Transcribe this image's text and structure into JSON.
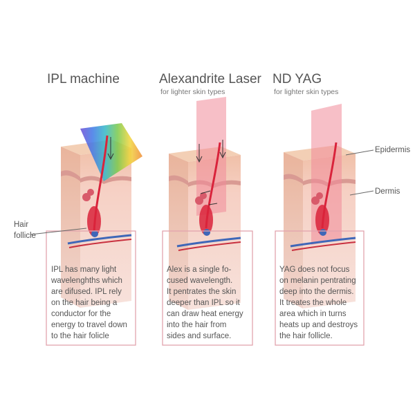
{
  "panels": [
    {
      "title": "IPL machine",
      "subtitle": "",
      "description": [
        "IPL has many light",
        "wavelenghths which",
        "are difused.  IPL rely",
        "on the hair being a",
        "conductor for the",
        "energy to travel down",
        "to the hair folicle"
      ]
    },
    {
      "title": "Alexandrite Laser",
      "subtitle": "for lighter skin types",
      "description": [
        "Alex is a single fo-",
        "cused wavelength.",
        "It pentrates the skin",
        "deeper than IPL so it",
        "can draw heat energy",
        "into the hair from",
        "sides and surface."
      ]
    },
    {
      "title": "ND YAG",
      "subtitle": "for lighter skin types",
      "description": [
        "YAG does not focus",
        "on melanin pentrating",
        "deep into the dermis.",
        "It treates the whole",
        "area which in turns",
        "heats up and destroys",
        "the hair follicle."
      ]
    }
  ],
  "labels": {
    "hair": "Hair",
    "follicle": "follicle",
    "epidermis": "Epidermis",
    "dermis": "Dermis"
  },
  "colors": {
    "skin_top": "#f6d2bb",
    "skin_side": "#f4c6ba",
    "hair": "#d9233b",
    "box_border": "#e2a3ad",
    "beam": "#f08a99"
  }
}
